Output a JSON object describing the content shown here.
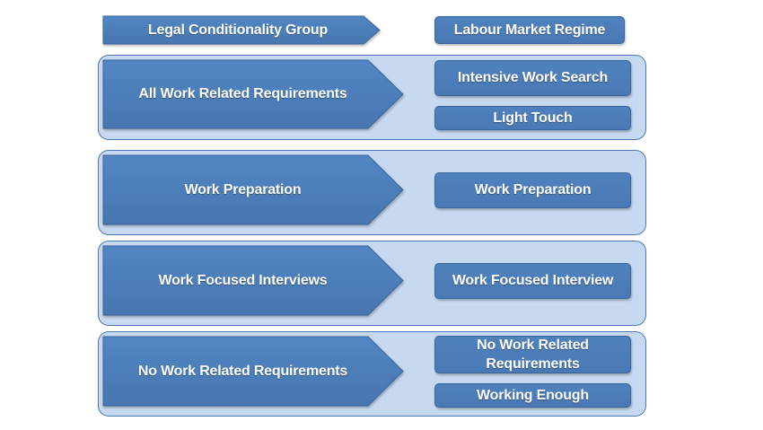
{
  "header": {
    "left_label": "Legal Conditionality Group",
    "right_label": "Labour Market Regime"
  },
  "groups": [
    {
      "group_label": "All Work Related Requirements",
      "regimes": [
        "Intensive Work Search",
        "Light Touch"
      ]
    },
    {
      "group_label": "Work Preparation",
      "regimes": [
        "Work Preparation"
      ]
    },
    {
      "group_label": "Work Focused Interviews",
      "regimes": [
        "Work Focused Interview"
      ]
    },
    {
      "group_label": "No Work Related Requirements",
      "regimes": [
        "No Work Related Requirements",
        "Working Enough"
      ]
    }
  ],
  "colors": {
    "shape_fill": "#4f81bd",
    "panel_fill": "#c6d9f1",
    "outline": "#38649a"
  }
}
